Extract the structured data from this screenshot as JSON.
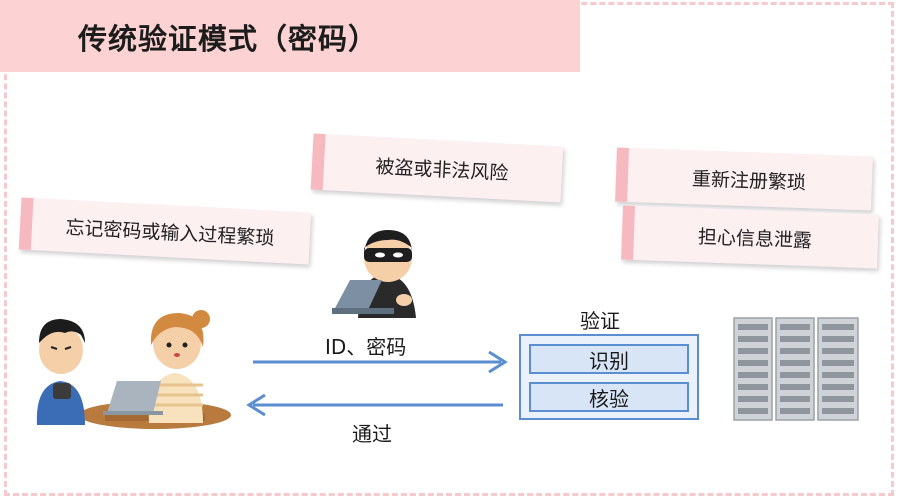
{
  "title": "传统验证模式（密码）",
  "notes": {
    "forget": "忘记密码或输入过程繁琐",
    "stolen": "被盗或非法风险",
    "reregister": "重新注册繁琐",
    "leak": "担心信息泄露"
  },
  "flow": {
    "send_label": "ID、密码",
    "return_label": "通过",
    "verify_title": "验证",
    "identify": "识别",
    "check": "核验"
  },
  "colors": {
    "title_band": "#fcd2d2",
    "note_stripe": "#f6b9bf",
    "arrow": "#5b8ed0",
    "box_border": "#5b8ed0"
  }
}
